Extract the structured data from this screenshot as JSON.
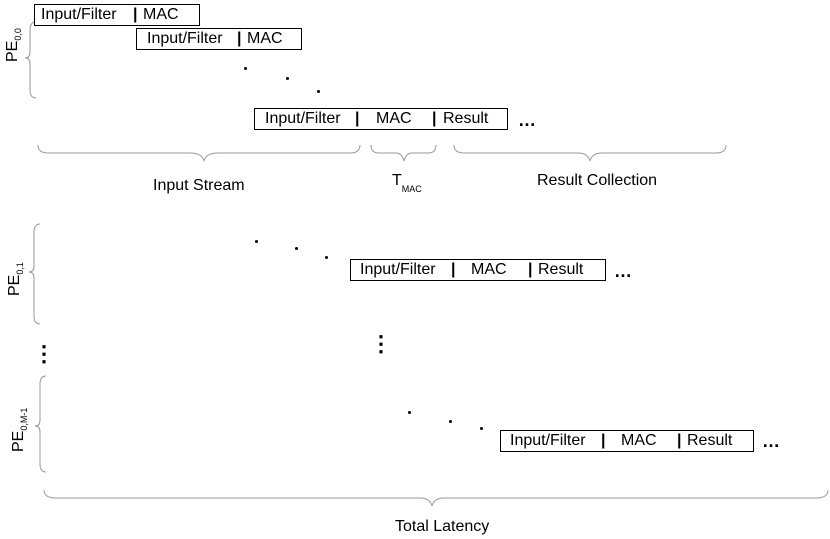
{
  "box": {
    "input_filter": "Input/Filter",
    "separator": "|",
    "mac": "MAC",
    "result": "Result"
  },
  "continuation": "…",
  "labels": {
    "input_stream": "Input Stream",
    "t_mac_main": "T",
    "t_mac_sub": "MAC",
    "result_collection": "Result Collection",
    "total_latency": "Total Latency"
  },
  "pe_rows": [
    {
      "name": "PE",
      "sub": "0,0"
    },
    {
      "name": "PE",
      "sub": "0,1"
    },
    {
      "name": "PE",
      "sub": "0,M-1"
    }
  ],
  "vertical_ellipsis": "⋮"
}
